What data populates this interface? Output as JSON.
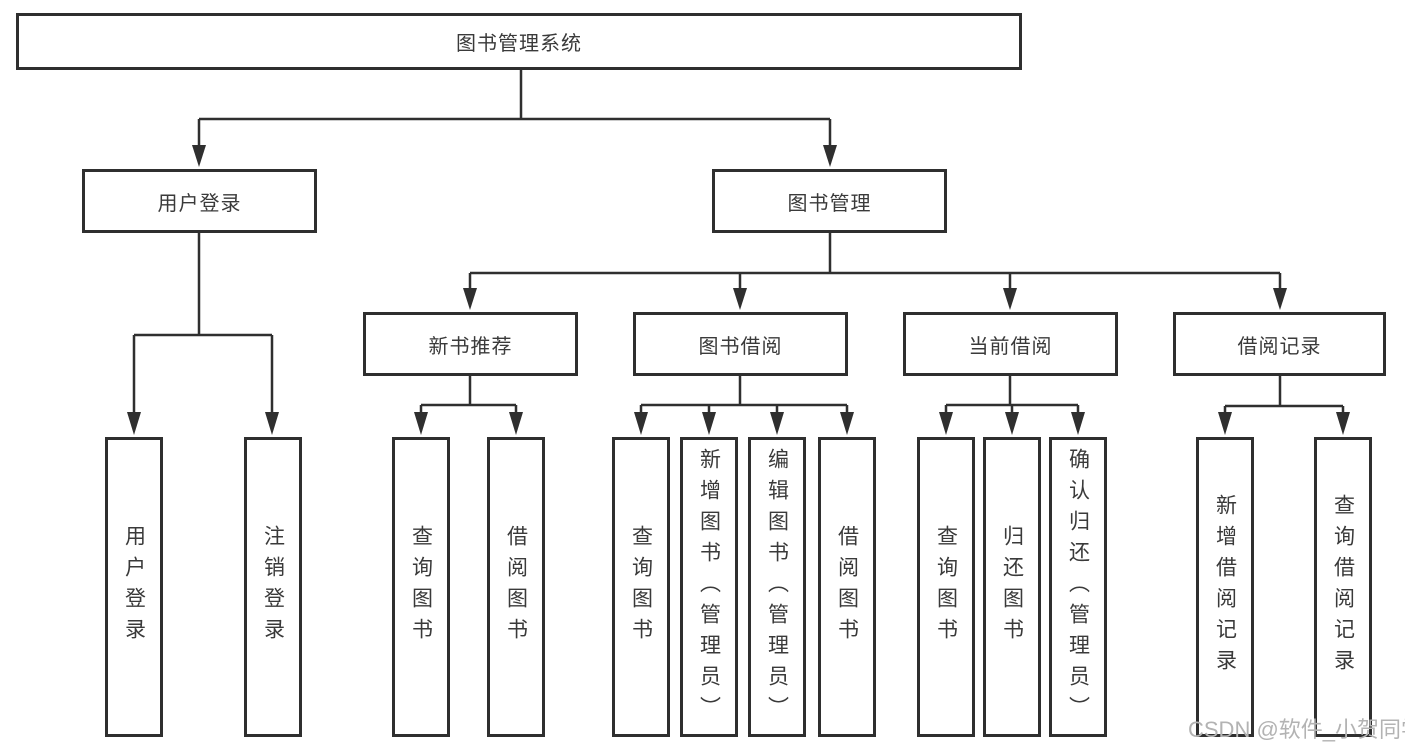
{
  "diagram": {
    "root": {
      "label": "图书管理系统"
    },
    "branches": {
      "user_login": {
        "label": "用户登录",
        "children": [
          {
            "label": "用户登录"
          },
          {
            "label": "注销登录"
          }
        ]
      },
      "book_management": {
        "label": "图书管理",
        "children": [
          {
            "label": "新书推荐",
            "children": [
              {
                "label": "查询图书"
              },
              {
                "label": "借阅图书"
              }
            ]
          },
          {
            "label": "图书借阅",
            "children": [
              {
                "label": "查询图书"
              },
              {
                "label": "新增图书（管理员）"
              },
              {
                "label": "编辑图书（管理员）"
              },
              {
                "label": "借阅图书"
              }
            ]
          },
          {
            "label": "当前借阅",
            "children": [
              {
                "label": "查询图书"
              },
              {
                "label": "归还图书"
              },
              {
                "label": "确认归还（管理员）"
              }
            ]
          },
          {
            "label": "借阅记录",
            "children": [
              {
                "label": "新增借阅记录"
              },
              {
                "label": "查询借阅记录"
              }
            ]
          }
        ]
      }
    }
  },
  "watermark": "CSDN @软件_小贺同学",
  "colors": {
    "line": "#2f2f2f",
    "text": "#3a3a3a",
    "watermark": "#b3b3b3",
    "background": "#ffffff"
  }
}
